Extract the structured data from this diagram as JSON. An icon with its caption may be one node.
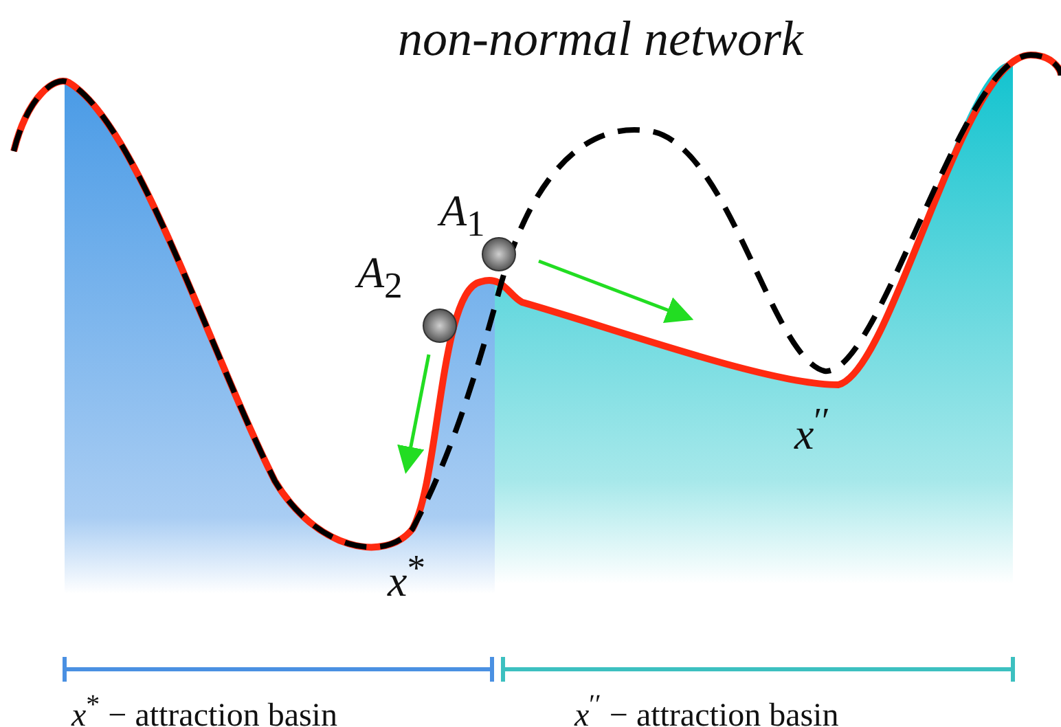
{
  "diagram": {
    "title": "non-normal network",
    "labels": [
      "*A*$_{1}$",
      "*A*$_{2}$",
      "*x*$^{*}$",
      "*x*$^{′′}$",
      "*x*$^{*}$ − attraction basin",
      "*x*$^{′′}$ − attraction basin"
    ]
  }
}
